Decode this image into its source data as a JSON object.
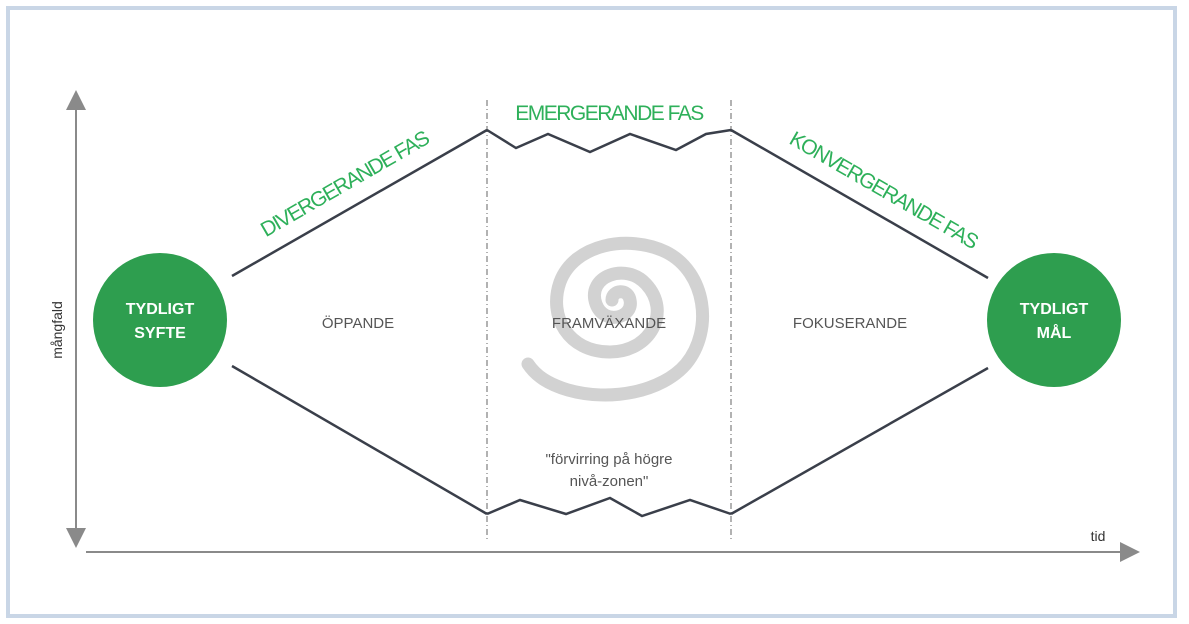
{
  "diagram": {
    "axes": {
      "y_label": "mångfald",
      "x_label": "tid"
    },
    "start_node": {
      "line1": "TYDLIGT",
      "line2": "SYFTE"
    },
    "end_node": {
      "line1": "TYDLIGT",
      "line2": "MÅL"
    },
    "phases": {
      "divergent": "DIVERGERANDE FAS",
      "emergent": "EMERGERANDE FAS",
      "convergent": "KONVERGERANDE FAS"
    },
    "zones": {
      "opening": "ÖPPANDE",
      "emerging": "FRAMVÄXANDE",
      "focusing": "FOKUSERANDE"
    },
    "confusion_zone": {
      "line1": "\"förvirring på högre",
      "line2": "nivå-zonen\""
    },
    "colors": {
      "accent_green": "#2e9e4f",
      "phase_text_green": "#2eb05a",
      "line_dark": "#3a3f4a",
      "spiral_gray": "#cfcfcf",
      "border_blue": "#c9d6e6"
    },
    "icons": {
      "spiral": "spiral-icon"
    }
  }
}
